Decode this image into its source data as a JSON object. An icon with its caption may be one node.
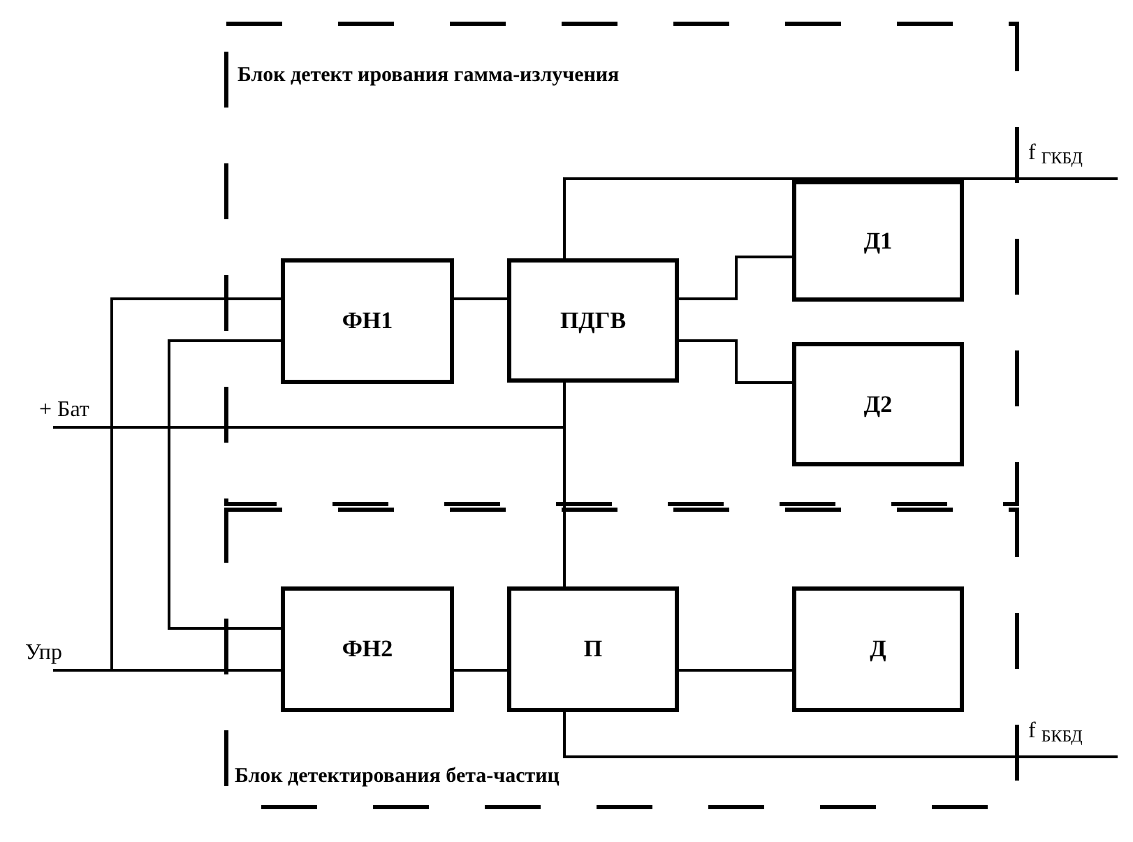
{
  "diagram": {
    "nodes": [
      {
        "text": [
          "Блок детект ирования гамма-излучения"
        ]
      },
      {
        "text": [
          "ФН1"
        ],
        "in": 0
      },
      {
        "text": [
          "ПДГВ"
        ],
        "in": 0
      },
      {
        "text": [
          "Д1"
        ],
        "in": 0
      },
      {
        "text": [
          "Д2"
        ],
        "in": 0
      },
      {
        "text": [
          "f $_{ГКБД}$"
        ]
      },
      {
        "text": [
          "+ Бат"
        ]
      },
      {
        "text": [
          "Блок детектирования бета-частиц"
        ]
      },
      {
        "text": [
          "ФН2"
        ],
        "in": 7
      },
      {
        "text": [
          "П"
        ],
        "in": 7
      },
      {
        "text": [
          "Д"
        ],
        "in": 7
      },
      {
        "text": [
          "Упр"
        ]
      },
      {
        "text": [
          "f $_{БКБД}$"
        ]
      }
    ],
    "edges": [
      {
        "from": 1,
        "to": 2,
        "arrow": "none"
      },
      {
        "from": 2,
        "to": 3,
        "arrow": "none"
      },
      {
        "from": 2,
        "to": 4,
        "arrow": "none"
      },
      {
        "from": 2,
        "to": 5,
        "arrow": "none"
      },
      {
        "from": 2,
        "to": 9,
        "arrow": "none"
      },
      {
        "from": 6,
        "to": 2,
        "arrow": "none"
      },
      {
        "from": 6,
        "to": 9,
        "arrow": "none"
      },
      {
        "from": 11,
        "to": 8,
        "arrow": "none"
      },
      {
        "from": 11,
        "to": 1,
        "arrow": "none"
      },
      {
        "from": 1,
        "to": 8,
        "arrow": "none"
      },
      {
        "from": 8,
        "to": 9,
        "arrow": "none"
      },
      {
        "from": 9,
        "to": 10,
        "arrow": "none"
      },
      {
        "from": 9,
        "to": 12,
        "arrow": "none"
      }
    ]
  }
}
